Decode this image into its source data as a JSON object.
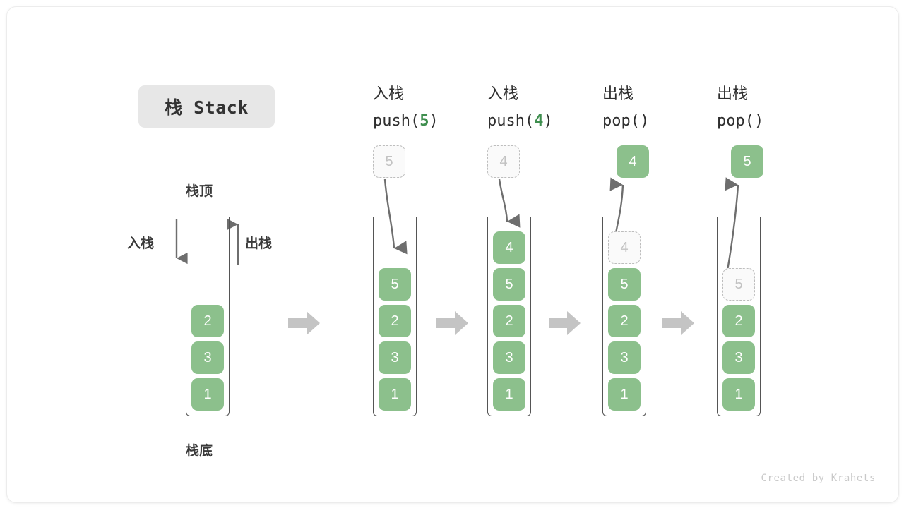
{
  "title_badge": {
    "text": "栈 Stack"
  },
  "labels": {
    "top": "栈顶",
    "bottom": "栈底",
    "push": "入栈",
    "pop": "出栈"
  },
  "colors": {
    "cell_fill": "#8cc08c",
    "cell_text": "#ffffff",
    "ghost_fill": "#fafafa",
    "ghost_border": "#bdbdbd",
    "ghost_text": "#c2c2c2",
    "container_stroke": "#555555",
    "arrow_gray": "#7a7a7a",
    "block_arrow": "#c4c4c4",
    "accent_green": "#3f8f4f",
    "badge_bg": "#e7e7e7",
    "text_dark": "#3a3a3a",
    "watermark": "#c9c9c9"
  },
  "stages": [
    {
      "id": "stage-initial",
      "caption_cn": "",
      "caption_code_pre": "",
      "caption_arg": "",
      "caption_code_post": "",
      "floating": null,
      "ghost_in_stack": null,
      "cells": [
        "2",
        "3",
        "1"
      ]
    },
    {
      "id": "stage-push-5",
      "caption_cn": "入栈",
      "caption_code_pre": "push(",
      "caption_arg": "5",
      "caption_code_post": ")",
      "floating": {
        "value": "5",
        "style": "ghost"
      },
      "ghost_in_stack": null,
      "cells": [
        "5",
        "2",
        "3",
        "1"
      ]
    },
    {
      "id": "stage-push-4",
      "caption_cn": "入栈",
      "caption_code_pre": "push(",
      "caption_arg": "4",
      "caption_code_post": ")",
      "floating": {
        "value": "4",
        "style": "ghost"
      },
      "ghost_in_stack": null,
      "cells": [
        "4",
        "5",
        "2",
        "3",
        "1"
      ]
    },
    {
      "id": "stage-pop-4",
      "caption_cn": "出栈",
      "caption_code_pre": "pop(",
      "caption_arg": "",
      "caption_code_post": ")",
      "floating": {
        "value": "4",
        "style": "solid"
      },
      "ghost_in_stack": {
        "value": "4",
        "slot": 0
      },
      "cells": [
        "5",
        "2",
        "3",
        "1"
      ]
    },
    {
      "id": "stage-pop-5",
      "caption_cn": "出栈",
      "caption_code_pre": "pop(",
      "caption_arg": "",
      "caption_code_post": ")",
      "floating": {
        "value": "5",
        "style": "solid"
      },
      "ghost_in_stack": {
        "value": "5",
        "slot": 1
      },
      "cells": [
        "2",
        "3",
        "1"
      ]
    }
  ],
  "watermark": "Created by Krahets"
}
